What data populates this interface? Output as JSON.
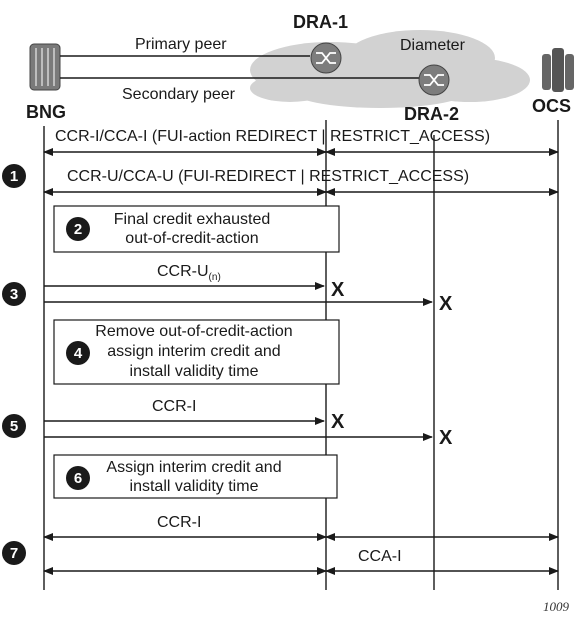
{
  "nodes": {
    "bng": "BNG",
    "dra1": "DRA-1",
    "dra2": "DRA-2",
    "ocs": "OCS",
    "cloud": "Diameter"
  },
  "peers": {
    "primary": "Primary peer",
    "secondary": "Secondary peer"
  },
  "steps": [
    "1",
    "2",
    "3",
    "4",
    "5",
    "6",
    "7"
  ],
  "messages": {
    "ccr_i_cca_i": "CCR-I/CCA-I (FUI-action REDIRECT | RESTRICT_ACCESS)",
    "ccr_u_cca_u": "CCR-U/CCA-U (FUI-REDIRECT | RESTRICT_ACCESS)",
    "ccr_u_n": "CCR-U",
    "ccr_u_n_sub": "(n)",
    "ccr_i_5": "CCR-I",
    "ccr_i_7": "CCR-I",
    "cca_i_7": "CCA-I",
    "fail_mark": "X"
  },
  "boxes": {
    "b2": [
      "Final credit exhausted",
      "out-of-credit-action"
    ],
    "b4": [
      "Remove out-of-credit-action",
      "assign interim credit and",
      "install validity time"
    ],
    "b6": [
      "Assign interim credit and",
      "install validity time"
    ]
  },
  "figure_id": "1009",
  "colors": {
    "line": "#1a1a1a",
    "cloud": "#d2d2d2",
    "device": "#6e6e6e"
  }
}
